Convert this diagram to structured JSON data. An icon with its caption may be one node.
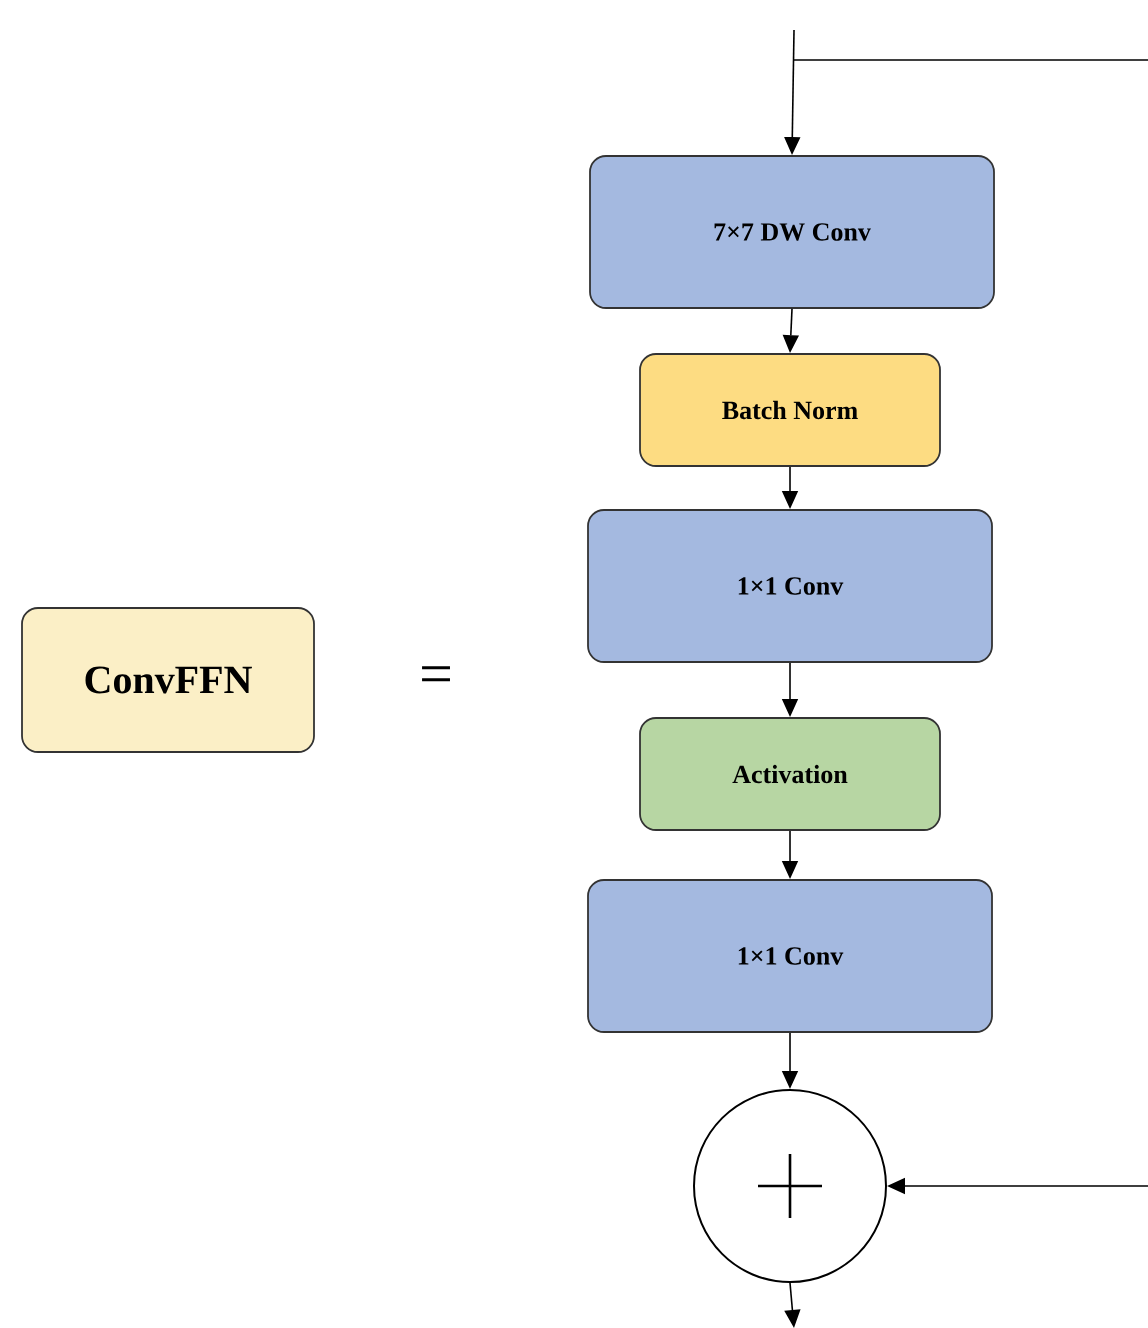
{
  "diagram": {
    "nodes": [
      {
        "text": [
          "ConvFFN"
        ]
      },
      {
        "text": [
          "7×7 DW Conv"
        ]
      },
      {
        "text": [
          "Batch Norm"
        ]
      },
      {
        "text": [
          "1×1 Conv"
        ]
      },
      {
        "text": [
          "Activation"
        ]
      },
      {
        "text": [
          "1×1 Conv"
        ]
      },
      {
        "text": [],
        "shape": "circle"
      }
    ],
    "edges": [
      {
        "from": null,
        "to": 1,
        "arrow": "to"
      },
      {
        "from": 1,
        "to": 2,
        "arrow": "to"
      },
      {
        "from": 2,
        "to": 3,
        "arrow": "to"
      },
      {
        "from": 3,
        "to": 4,
        "arrow": "to"
      },
      {
        "from": 4,
        "to": 5,
        "arrow": "to"
      },
      {
        "from": 5,
        "to": 6,
        "arrow": "to"
      },
      {
        "from": 6,
        "to": null,
        "arrow": "to"
      },
      {
        "from": null,
        "to": 6,
        "arrow": "to"
      }
    ],
    "labels": [
      "="
    ]
  }
}
